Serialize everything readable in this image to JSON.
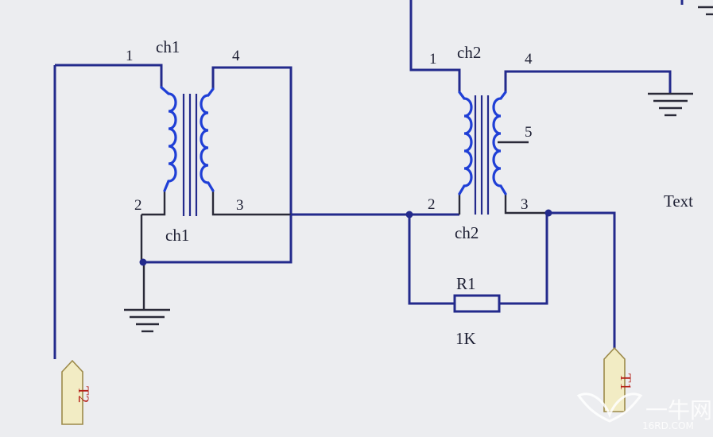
{
  "transformer_left": {
    "ref_top": "ch1",
    "ref_bottom": "ch1",
    "pin1": "1",
    "pin2": "2",
    "pin3": "3",
    "pin4": "4"
  },
  "transformer_right": {
    "ref_top": "ch2",
    "ref_bottom": "ch2",
    "pin1": "1",
    "pin2": "2",
    "pin3": "3",
    "pin4": "4",
    "pin5": "5"
  },
  "resistor": {
    "ref": "R1",
    "value": "1K"
  },
  "connector_left": {
    "label": "T2"
  },
  "connector_right": {
    "label": "T1"
  },
  "free_text": "Text",
  "watermark": {
    "text": "一牛网",
    "sub": "16RD.COM"
  },
  "colors": {
    "wire": "#232a8c",
    "coil": "#1f3fd6",
    "background": "#ecedf0",
    "connector_text": "#b51e16"
  }
}
